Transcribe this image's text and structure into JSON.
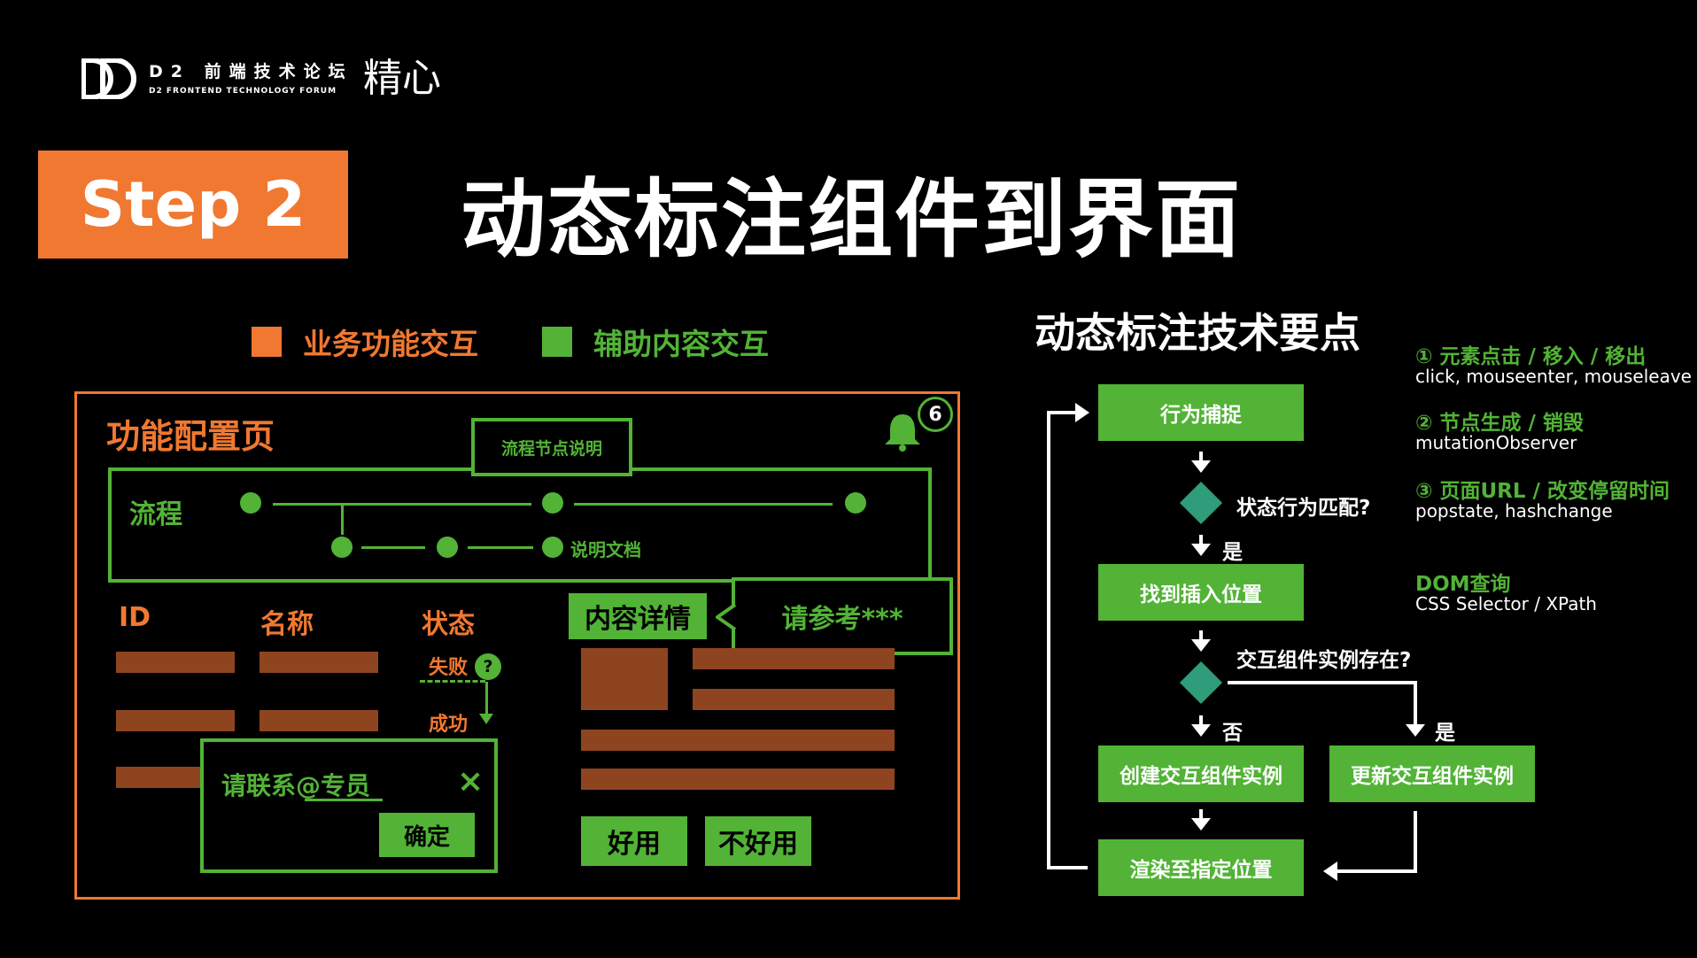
{
  "header": {
    "logo_cn": "D2 前端技术论坛",
    "logo_en": "D2 FRONTEND TECHNOLOGY FORUM",
    "logo_jingxin": "精心"
  },
  "step_label": "Step 2",
  "title": "动态标注组件到界面",
  "legend": {
    "business": "业务功能交互",
    "assist": "辅助内容交互"
  },
  "colors": {
    "orange": "#f07831",
    "green": "#52b336",
    "bar": "#8f4420",
    "teal": "#2f9c7a"
  },
  "mock": {
    "page_title": "功能配置页",
    "bell_badge": "6",
    "flow_label": "流程",
    "flow_tooltip": "流程节点说明",
    "doc_label": "说明文档",
    "col_id": "ID",
    "col_name": "名称",
    "col_status": "状态",
    "status_fail": "失败",
    "status_help": "?",
    "status_success": "成功",
    "popup_text": "请联系@专员",
    "popup_close": "×",
    "popup_confirm": "确定",
    "detail_tab": "内容详情",
    "detail_tooltip": "请参考***",
    "btn_good": "好用",
    "btn_bad": "不好用"
  },
  "tech": {
    "title": "动态标注技术要点",
    "notes": [
      {
        "title": "① 元素点击 / 移入 / 移出",
        "desc": "click, mouseenter, mouseleave"
      },
      {
        "title": "② 节点生成 / 销毁",
        "desc": "mutationObserver"
      },
      {
        "title": "③ 页面URL / 改变停留时间",
        "desc": "popstate, hashchange"
      },
      {
        "title": "DOM查询",
        "desc": "CSS Selector / XPath"
      }
    ],
    "flow": {
      "capture": "行为捕捉",
      "q1": "状态行为匹配?",
      "yes1": "是",
      "find": "找到插入位置",
      "q2": "交互组件实例存在?",
      "no": "否",
      "yes2": "是",
      "create": "创建交互组件实例",
      "update": "更新交互组件实例",
      "render": "渲染至指定位置"
    }
  }
}
